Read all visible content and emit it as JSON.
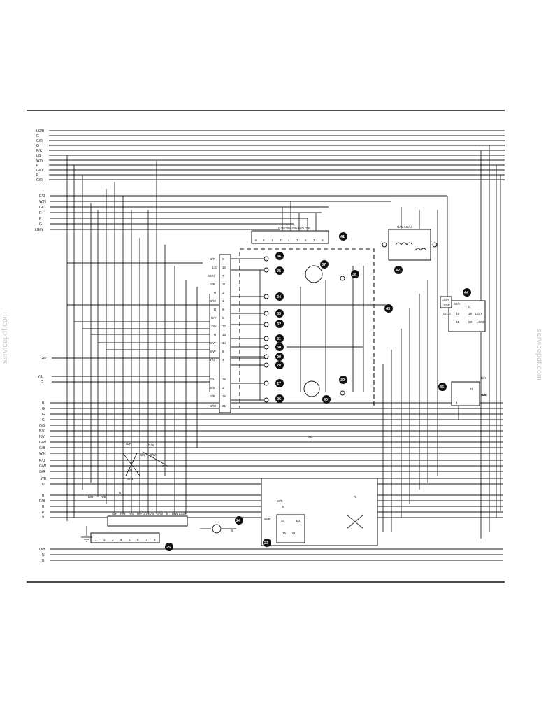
{
  "watermark": "servicepdf.com",
  "left_wire_labels": [
    "LG/B",
    "G",
    "G/R",
    "G",
    "P/K",
    "LG",
    "W/N",
    "P",
    "G/U",
    "P",
    "G/R",
    "P/R",
    "W/N",
    "G/U",
    "R",
    "R",
    "G",
    "LG/N",
    "G/P",
    "Y/U",
    "G",
    "B",
    "G",
    "G",
    "G",
    "G/S",
    "B/K",
    "N/Y",
    "G/W",
    "G/B",
    "W/K",
    "P/U",
    "G/W",
    "G/R",
    "Y/B",
    "U",
    "B",
    "R/B",
    "B",
    "P",
    "Y",
    "O/B",
    "N",
    "B"
  ],
  "connector_41": {
    "header": "G/R G/W G/N G/O G/P",
    "pins": [
      "6",
      "5",
      "1",
      "3",
      "4",
      "7",
      "8",
      "2",
      "9"
    ]
  },
  "strip_43_labels": [
    "G/R",
    "LG",
    "W/N",
    "G/B",
    "R",
    "G/W",
    "B",
    "R/Y",
    "Y/N",
    "R",
    "B/W",
    "B/W",
    "Y/U",
    "G/U",
    "B/S",
    "G/B",
    "G/W"
  ],
  "strip_43_pins": [
    "9",
    "10",
    "7",
    "11",
    "3",
    "1",
    "6",
    "5",
    "12",
    "13",
    "14",
    "8",
    "4",
    "15",
    "2",
    "16",
    "21"
  ],
  "connector_35_header": [
    "G/R",
    "R/B",
    "R/G",
    "R/Y",
    "D/S",
    "G/W",
    "G/W",
    "B",
    "B/W",
    "LG/R"
  ],
  "connector_35_pins": [
    "1",
    "3",
    "2",
    "4",
    "5",
    "6",
    "7",
    "8"
  ],
  "relay_42_header": "G/W LG/U",
  "relay_44_labels": [
    "LG/N",
    "LG/W",
    "G/LG",
    "W/K",
    "C",
    "49",
    "19",
    "31",
    "63",
    "LG/Y",
    "LG/B"
  ],
  "unit_45_labels": [
    "B/K",
    "31",
    "R/B",
    "4"
  ],
  "switch_33_labels": [
    "W/B",
    "B",
    "W/B",
    "30",
    "15",
    "51",
    "B2"
  ],
  "misc_labels": {
    "gp": "G/P",
    "bbr": "B/R",
    "gw1": "G/W",
    "gw2": "G/W",
    "ybr": "Y/B",
    "bn": "B/N",
    "b1": "B",
    "b2": "B",
    "bb": "B B",
    "rbk": "R/B",
    "rbk2": "B/K",
    "r": "R",
    "gr2": "G/R",
    "gn": "G/N"
  },
  "callouts": [
    "23",
    "24",
    "25",
    "26",
    "27",
    "28",
    "29",
    "30",
    "31",
    "32",
    "33",
    "34",
    "35",
    "36",
    "37",
    "38",
    "39",
    "40",
    "41",
    "42",
    "43",
    "44",
    "45"
  ]
}
